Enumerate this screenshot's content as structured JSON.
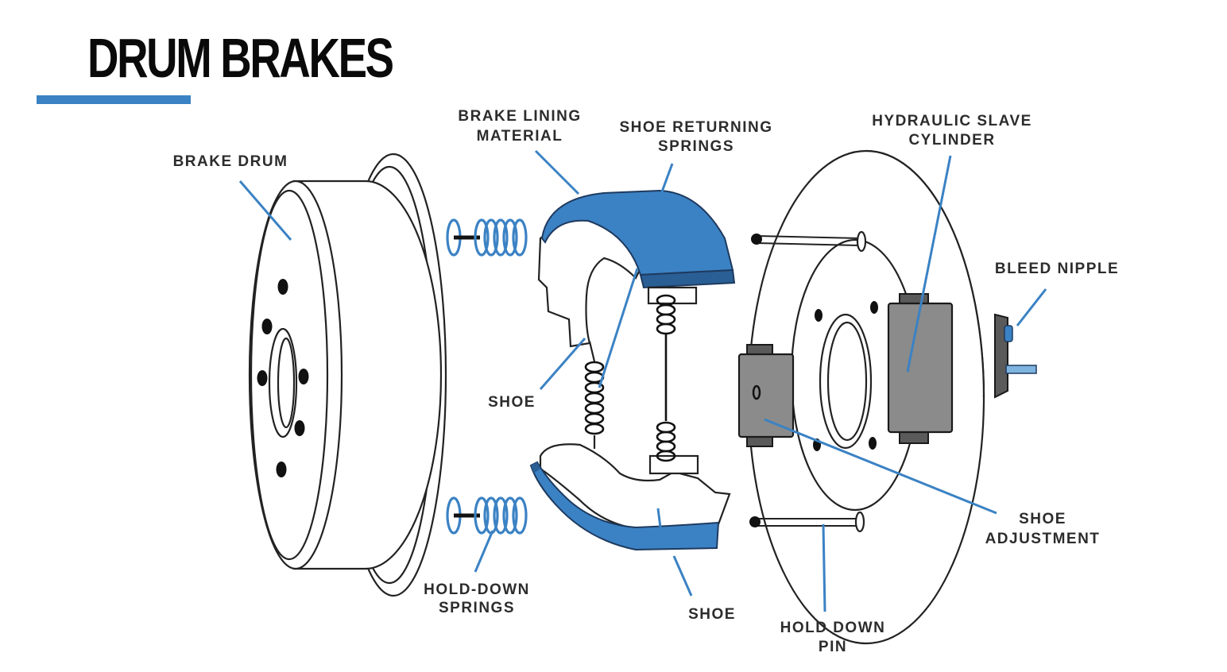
{
  "title": "DRUM BRAKES",
  "accent_color": "#3b82c4",
  "labels": {
    "brake_drum": "BRAKE DRUM",
    "brake_lining_line1": "BRAKE LINING",
    "brake_lining_line2": "MATERIAL",
    "shoe_returning_line1": "SHOE RETURNING",
    "shoe_returning_line2": "SPRINGS",
    "hydraulic_line1": "HYDRAULIC SLAVE",
    "hydraulic_line2": "CYLINDER",
    "bleed_nipple": "BLEED NIPPLE",
    "shoe_upper": "SHOE",
    "shoe_lower": "SHOE",
    "shoe_adjustment_line1": "SHOE",
    "shoe_adjustment_line2": "ADJUSTMENT",
    "hold_down_springs_line1": "HOLD-DOWN",
    "hold_down_springs_line2": "SPRINGS",
    "hold_down_pin_line1": "HOLD DOWN",
    "hold_down_pin_line2": "PIN"
  }
}
